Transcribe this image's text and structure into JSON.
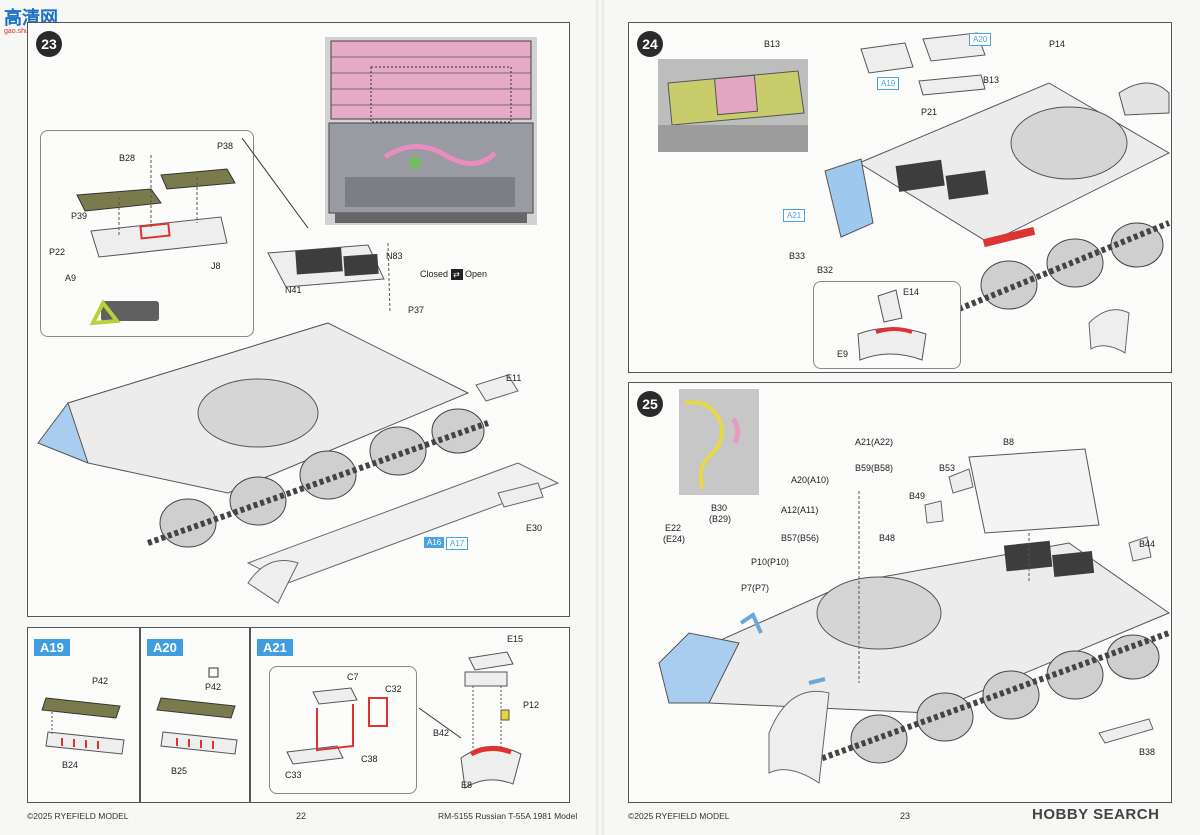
{
  "brand": {
    "text": "高清网",
    "sub": "gao.shuai.com"
  },
  "left_page": {
    "step23": {
      "number": "23",
      "labels": {
        "B28": "B28",
        "P38": "P38",
        "P39": "P39",
        "P22": "P22",
        "A9": "A9",
        "J8": "J8",
        "N83": "N83",
        "N41": "N41",
        "P37": "P37",
        "E11": "E11",
        "E30": "E30"
      },
      "closed": "Closed",
      "open": "Open",
      "tag_a16": "A16",
      "tag_a17": "A17"
    },
    "subpanels": {
      "a19": {
        "title": "A19",
        "p42": "P42",
        "b24": "B24"
      },
      "a20": {
        "title": "A20",
        "p42": "P42",
        "b25": "B25"
      },
      "a21": {
        "title": "A21",
        "c7": "C7",
        "c32": "C32",
        "c33": "C33",
        "c38": "C38",
        "e15": "E15",
        "p12": "P12",
        "b42": "B42",
        "e8": "E8"
      }
    },
    "footer_left": "©2025 RYEFIELD MODEL",
    "page_number": "22",
    "footer_right": "RM-5155 Russian T-55A 1981 Model"
  },
  "right_page": {
    "step24": {
      "number": "24",
      "labels": {
        "B13a": "B13",
        "A20": "A20",
        "P14": "P14",
        "A19": "A19",
        "B13b": "B13",
        "P21": "P21",
        "A21": "A21",
        "B33": "B33",
        "B32": "B32",
        "E14": "E14",
        "E9": "E9"
      }
    },
    "step25": {
      "number": "25",
      "labels": {
        "A21A22": "A21(A22)",
        "B59B58": "B59(B58)",
        "B8": "B8",
        "A20A10": "A20(A10)",
        "B53": "B53",
        "B49": "B49",
        "B30": "B30",
        "B29": "(B29)",
        "A12A11": "A12(A11)",
        "B57B56": "B57(B56)",
        "B48": "B48",
        "E22": "E22",
        "E24": "(E24)",
        "P10": "P10(P10)",
        "P7": "P7(P7)",
        "B44": "B44",
        "B38": "B38"
      }
    },
    "footer_left": "©2025 RYEFIELD MODEL",
    "page_number": "23",
    "hobby_search": "HOBBY SEARCH"
  }
}
